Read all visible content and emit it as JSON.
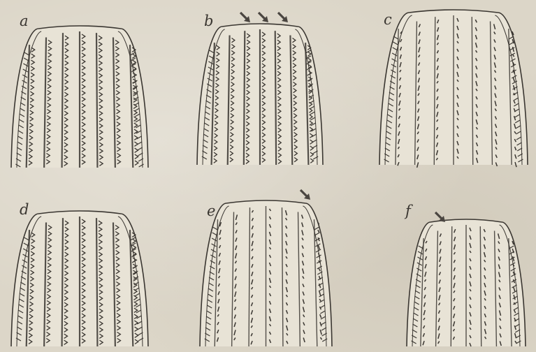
{
  "figure": {
    "panels": [
      {
        "id": "a",
        "label": "a",
        "arrows": 0,
        "pattern": "chevron"
      },
      {
        "id": "b",
        "label": "b",
        "arrows": 3,
        "pattern": "chevron"
      },
      {
        "id": "c",
        "label": "c",
        "arrows": 0,
        "pattern": "worn-dash"
      },
      {
        "id": "d",
        "label": "d",
        "arrows": 0,
        "pattern": "chevron"
      },
      {
        "id": "e",
        "label": "e",
        "arrows": 1,
        "pattern": "worn-dash"
      },
      {
        "id": "f",
        "label": "f",
        "arrows": 1,
        "pattern": "worn-dash"
      }
    ],
    "colors": {
      "ink": "#3a3631",
      "paper": "#dcd6c8",
      "arrow": "#4a4540"
    }
  }
}
